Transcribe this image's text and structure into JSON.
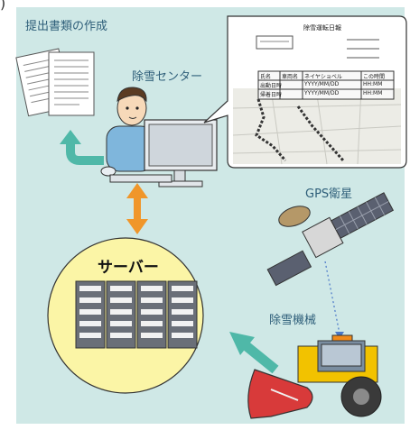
{
  "labels": {
    "corner_mark": ")",
    "documents": "提出書類の作成",
    "center": "除雪センター",
    "gps": "GPS衛星",
    "machine": "除雪機械",
    "server": "サーバー"
  },
  "report": {
    "title": "除雪運転日報",
    "table": [
      [
        "氏名",
        "車両名",
        "ネイヤショベル",
        "この時間"
      ],
      [
        "出動日時",
        "",
        "YYYY/MM/DD",
        "HH:MM"
      ],
      [
        "帰着日時",
        "",
        "YYYY/MM/DD",
        "HH:MM"
      ]
    ]
  },
  "colors": {
    "background": "#cfe8e6",
    "server_circle": "#fbf5a6",
    "arrow_teal": "#4fb8a8",
    "arrow_orange": "#f0962a",
    "plow_red": "#d83a3a",
    "plow_yellow": "#f2c200",
    "satellite_panel": "#5a6070"
  },
  "icons": [
    "document-icon",
    "operator-icon",
    "computer-icon",
    "server-rack-icon",
    "satellite-icon",
    "snowplow-icon",
    "map-icon"
  ]
}
